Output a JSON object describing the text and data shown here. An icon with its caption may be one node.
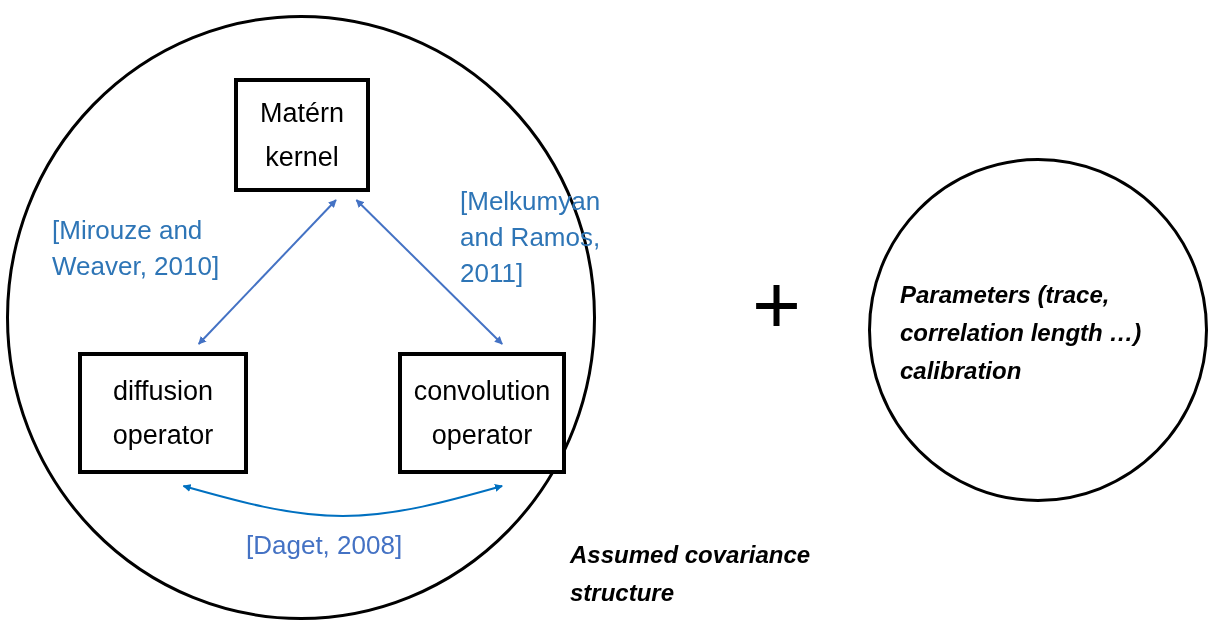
{
  "diagram": {
    "nodes": [
      {
        "text": [],
        "shape": "circle",
        "beside": [
          "Assumed covariance structure"
        ]
      },
      {
        "text": [
          "Matérn kernel"
        ],
        "in": 0
      },
      {
        "text": [
          "diffusion operator"
        ],
        "in": 0
      },
      {
        "text": [
          "convolution operator"
        ],
        "in": 0
      },
      {
        "text": [
          "Parameters (trace, correlation length …) calibration"
        ]
      }
    ],
    "edges": [
      {
        "from": 2,
        "to": 1,
        "arrow": "both",
        "label": "[Mirouze and Weaver, 2010]"
      },
      {
        "from": 3,
        "to": 1,
        "arrow": "both",
        "label": "[Melkumyan and Ramos, 2011]"
      },
      {
        "from": 2,
        "to": 3,
        "arrow": "both",
        "label": "[Daget, 2008]",
        "color": "#0070c0"
      }
    ],
    "labels": [
      "+"
    ]
  }
}
